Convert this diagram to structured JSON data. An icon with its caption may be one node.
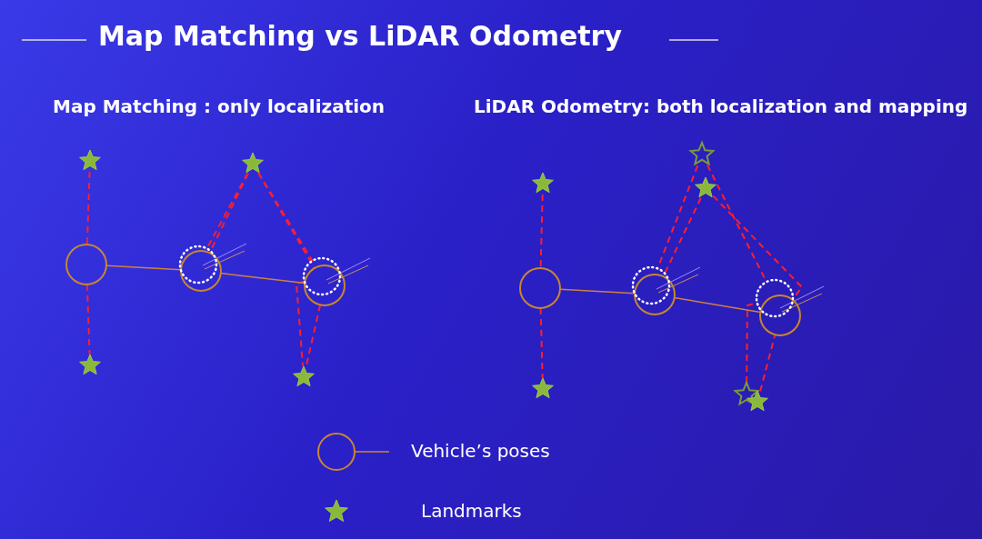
{
  "diagram": {
    "title": "Map Matching vs LiDAR Odometry",
    "nodes": [
      {
        "text": [],
        "shape": "star"
      },
      {
        "text": [],
        "shape": "star"
      },
      {
        "text": [],
        "shape": "circle"
      },
      {
        "text": [],
        "shape": "circle"
      },
      {
        "text": [],
        "shape": "circle"
      },
      {
        "text": [],
        "shape": "circle"
      },
      {
        "text": [],
        "shape": "circle"
      },
      {
        "text": [],
        "shape": "star"
      },
      {
        "text": [],
        "shape": "star"
      },
      {
        "text": [],
        "shape": "star"
      },
      {
        "text": [],
        "shape": "star"
      },
      {
        "text": [],
        "shape": "star"
      },
      {
        "text": [],
        "shape": "circle"
      },
      {
        "text": [],
        "shape": "circle"
      },
      {
        "text": [],
        "shape": "circle"
      },
      {
        "text": [],
        "shape": "circle"
      },
      {
        "text": [],
        "shape": "circle"
      },
      {
        "text": [],
        "shape": "star"
      },
      {
        "text": [],
        "shape": "star"
      },
      {
        "text": [],
        "shape": "star"
      }
    ],
    "edges": [
      {
        "from": 0,
        "to": 2,
        "arrow": "none",
        "style": "dashed"
      },
      {
        "from": 2,
        "to": 7,
        "arrow": "none",
        "style": "dashed"
      },
      {
        "from": 1,
        "to": 3,
        "arrow": "none",
        "style": "dashed"
      },
      {
        "from": 1,
        "to": 4,
        "arrow": "none",
        "style": "dashed"
      },
      {
        "from": 1,
        "to": 5,
        "arrow": "none",
        "style": "dashed"
      },
      {
        "from": 1,
        "to": 6,
        "arrow": "none",
        "style": "dashed"
      },
      {
        "from": 5,
        "to": 8,
        "arrow": "none",
        "style": "dashed"
      },
      {
        "from": 6,
        "to": 8,
        "arrow": "none",
        "style": "dashed"
      },
      {
        "from": 2,
        "to": 3,
        "arrow": "none",
        "color": "#d08040"
      },
      {
        "from": 3,
        "to": 5,
        "arrow": "none",
        "color": "#d08040"
      },
      {
        "from": 10,
        "to": 12,
        "arrow": "none",
        "style": "dashed"
      },
      {
        "from": 12,
        "to": 17,
        "arrow": "none",
        "style": "dashed"
      },
      {
        "from": 9,
        "to": 14,
        "arrow": "none",
        "style": "dashed"
      },
      {
        "from": 11,
        "to": 13,
        "arrow": "none",
        "style": "dashed"
      },
      {
        "from": 9,
        "to": 16,
        "arrow": "none",
        "style": "dashed"
      },
      {
        "from": 11,
        "to": 15,
        "arrow": "none",
        "style": "dashed"
      },
      {
        "from": 18,
        "to": 16,
        "arrow": "none",
        "style": "dashed"
      },
      {
        "from": 19,
        "to": 15,
        "arrow": "none",
        "style": "dashed"
      },
      {
        "from": 12,
        "to": 13,
        "arrow": "none",
        "color": "#d08040"
      },
      {
        "from": 13,
        "to": 15,
        "arrow": "none",
        "color": "#d08040"
      }
    ],
    "labels": [
      "Map Matching : only localization",
      "LiDAR Odometry: both localization and mapping"
    ],
    "legend": [
      {
        "text": "Vehicle’s poses"
      },
      {
        "text": "Landmarks"
      }
    ]
  }
}
